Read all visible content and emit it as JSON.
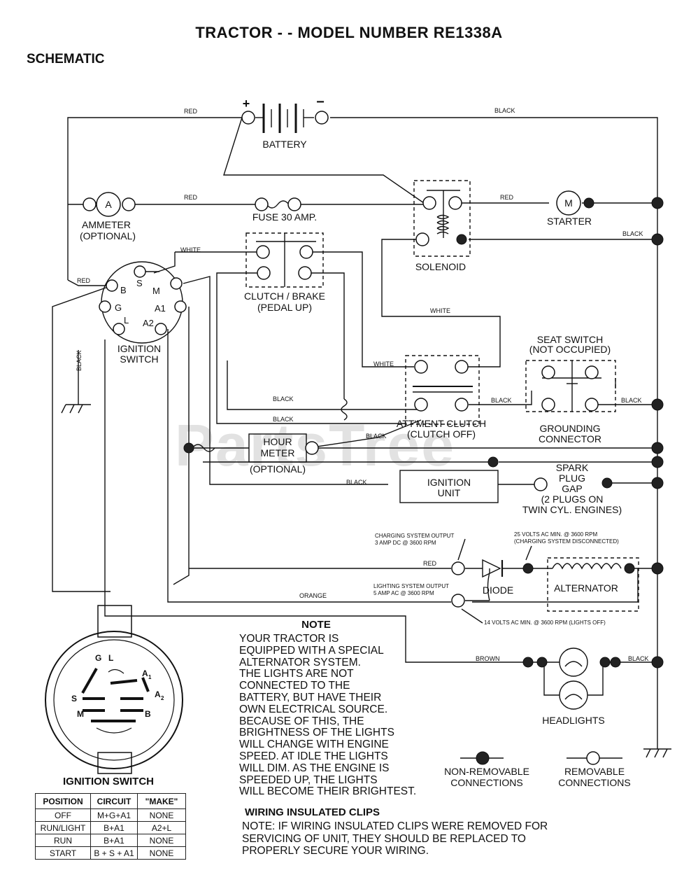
{
  "title": "TRACTOR - - MODEL NUMBER RE1338A",
  "subtitle": "SCHEMATIC",
  "watermark": "PartsTree",
  "wires": {
    "red_top": "RED",
    "black_top": "BLACK",
    "red_ammeter": "RED",
    "red_starter": "RED",
    "black_solenoid": "BLACK",
    "white_clutch": "WHITE",
    "red_left": "RED",
    "black_left": "BLACK",
    "white_solenoid": "WHITE",
    "white_attclutch": "WHITE",
    "black_mid1": "BLACK",
    "black_mid2": "BLACK",
    "black_attclutch": "BLACK",
    "black_seat_left": "BLACK",
    "black_seat_right": "BLACK",
    "black_ignition": "BLACK",
    "red_diode": "RED",
    "orange": "ORANGE",
    "brown": "BROWN",
    "black_headlight": "BLACK"
  },
  "components": {
    "battery": "BATTERY",
    "plus": "+",
    "minus": "−",
    "ammeter_line1": "AMMETER",
    "ammeter_line2": "(OPTIONAL)",
    "ammeter_symbol": "A",
    "fuse": "FUSE 30 AMP.",
    "starter": "STARTER",
    "starter_symbol": "M",
    "solenoid": "SOLENOID",
    "clutch_line1": "CLUTCH / BRAKE",
    "clutch_line2": "(PEDAL UP)",
    "ignition_switch_line1": "IGNITION",
    "ignition_switch_line2": "SWITCH",
    "seat_line1": "SEAT SWITCH",
    "seat_line2": "(NOT OCCUPIED)",
    "attclutch_line1": "ATT'MENT CLUTCH",
    "attclutch_line2": "(CLUTCH OFF)",
    "grounding_line1": "GROUNDING",
    "grounding_line2": "CONNECTOR",
    "hourmeter_line1": "HOUR",
    "hourmeter_line2": "METER",
    "hourmeter_line3": "(OPTIONAL)",
    "ignition_unit_line1": "IGNITION",
    "ignition_unit_line2": "UNIT",
    "spark_line1": "SPARK",
    "spark_line2": "PLUG",
    "spark_line3": "GAP",
    "spark_line4": "(2 PLUGS ON",
    "spark_line5": "TWIN CYL. ENGINES)",
    "charging_line1": "CHARGING SYSTEM OUTPUT",
    "charging_line2": "3 AMP DC @ 3600 RPM",
    "volts25_line1": "25 VOLTS AC MIN. @ 3600 RPM",
    "volts25_line2": "(CHARGING SYSTEM DISCONNECTED)",
    "lighting_line1": "LIGHTING SYSTEM OUTPUT",
    "lighting_line2": "5 AMP AC @ 3600 RPM",
    "volts14": "14 VOLTS AC MIN. @ 3600 RPM (LIGHTS OFF)",
    "diode": "DIODE",
    "alternator": "ALTERNATOR",
    "headlights": "HEADLIGHTS"
  },
  "terminals": {
    "B": "B",
    "S": "S",
    "M": "M",
    "G": "G",
    "A1": "A1",
    "L": "L",
    "A2": "A2"
  },
  "face": {
    "G": "G",
    "L": "L",
    "A1": "A",
    "A1_sub": "1",
    "S": "S",
    "A2": "A",
    "A2_sub": "2",
    "M": "M",
    "B": "B"
  },
  "note": {
    "title": "NOTE",
    "lines": [
      "YOUR TRACTOR IS",
      "EQUIPPED WITH A SPECIAL",
      "ALTERNATOR SYSTEM.",
      "THE LIGHTS ARE NOT",
      "CONNECTED TO THE",
      "BATTERY, BUT HAVE THEIR",
      "OWN ELECTRICAL SOURCE.",
      "BECAUSE OF THIS, THE",
      "BRIGHTNESS OF THE LIGHTS",
      "WILL CHANGE WITH ENGINE",
      "SPEED.  AT IDLE THE LIGHTS",
      "WILL DIM.  AS THE ENGINE IS",
      "SPEEDED UP, THE LIGHTS",
      "WILL BECOME THEIR BRIGHTEST."
    ]
  },
  "legend": {
    "non_removable_line1": "NON-REMOVABLE",
    "non_removable_line2": "CONNECTIONS",
    "removable_line1": "REMOVABLE",
    "removable_line2": "CONNECTIONS"
  },
  "clips": {
    "title": "WIRING INSULATED CLIPS",
    "lines": [
      "NOTE: IF WIRING INSULATED CLIPS WERE REMOVED FOR",
      "SERVICING OF UNIT, THEY SHOULD BE REPLACED TO",
      "PROPERLY SECURE YOUR WIRING."
    ]
  },
  "ignition_table": {
    "title": "IGNITION SWITCH",
    "headers": [
      "POSITION",
      "CIRCUIT",
      "\"MAKE\""
    ],
    "rows": [
      [
        "OFF",
        "M+G+A1",
        "NONE"
      ],
      [
        "RUN/LIGHT",
        "B+A1",
        "A2+L"
      ],
      [
        "RUN",
        "B+A1",
        "NONE"
      ],
      [
        "START",
        "B + S + A1",
        "NONE"
      ]
    ]
  }
}
